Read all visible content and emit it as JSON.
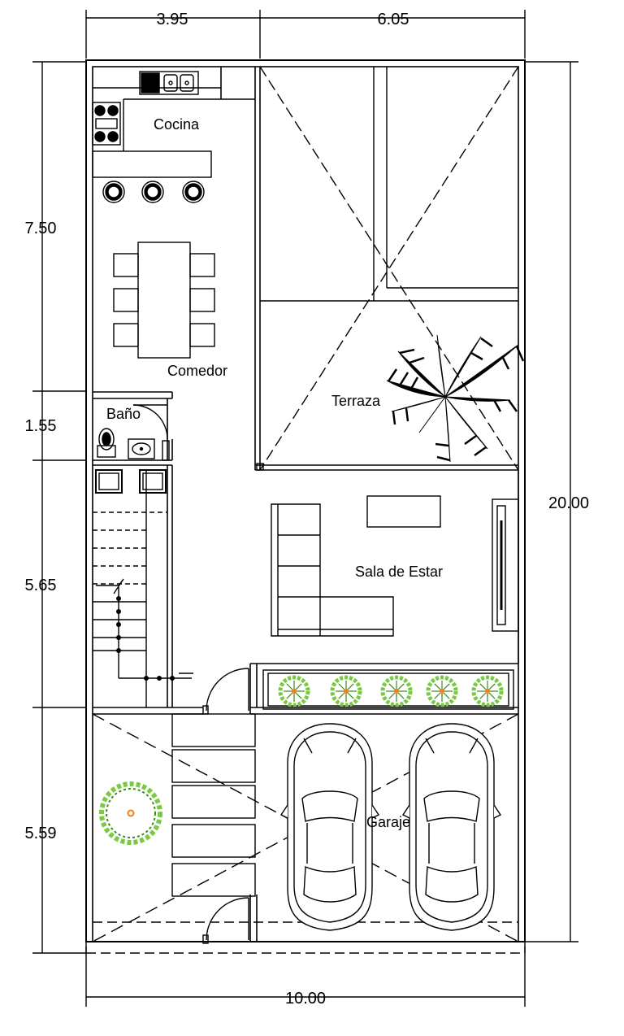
{
  "dimensions": {
    "top_left": "3.95",
    "top_right": "6.05",
    "bottom": "10.00",
    "right": "20.00",
    "left_1": "7.50",
    "left_2": "1.55",
    "left_3": "5.65",
    "left_4": "5.59"
  },
  "rooms": {
    "cocina": "Cocina",
    "comedor": "Comedor",
    "bano": "Baño",
    "terraza": "Terraza",
    "sala": "Sala de Estar",
    "garaje": "Garaje"
  },
  "colors": {
    "line": "#000000",
    "plant_green": "#7ac943",
    "plant_dark": "#3a8a1a",
    "flower_center": "#f08020"
  },
  "icons": [
    "sink-icon",
    "stove-icon",
    "stool-icon",
    "toilet-icon",
    "washbasin-icon",
    "palm-tree-icon",
    "flower-pot-icon",
    "shrub-icon",
    "car-icon",
    "door-swing-icon"
  ]
}
